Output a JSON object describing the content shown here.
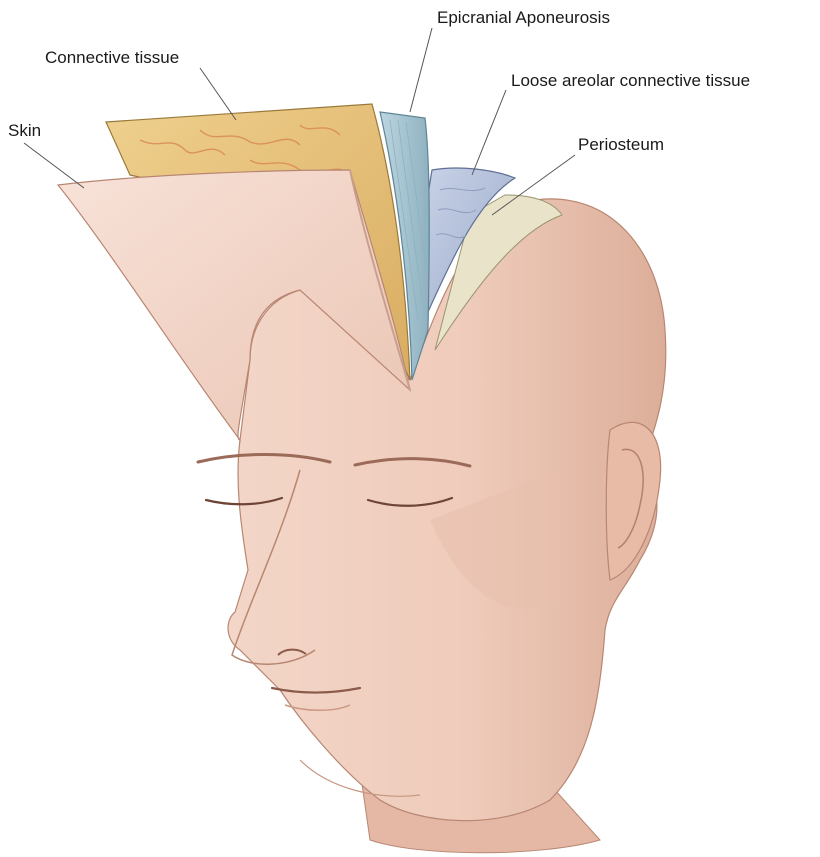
{
  "labels": {
    "epicranial_aponeurosis": "Epicranial Aponeurosis",
    "connective_tissue": "Connective tissue",
    "loose_areolar": "Loose areolar connective tissue",
    "skin": "Skin",
    "periosteum": "Periosteum"
  },
  "colors": {
    "skin": "#f2d3c5",
    "skin_shadow": "#e2b6a2",
    "connective_tissue": "#e6c27a",
    "vessels": "#d98a52",
    "aponeurosis": "#a9c7d3",
    "loose_areolar": "#b7c4dc",
    "periosteum": "#e9e4c9",
    "leader_line": "#555555"
  }
}
